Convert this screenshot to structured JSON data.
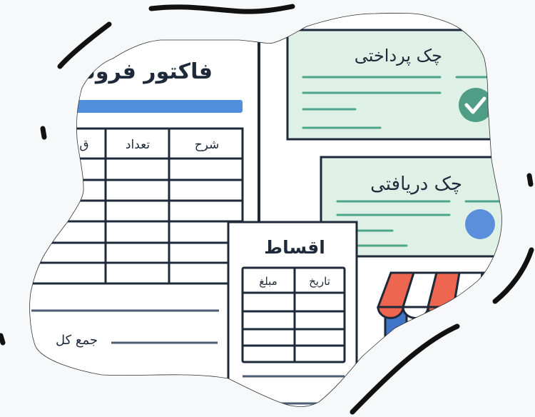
{
  "invoice": {
    "title": "فاکتور فروش",
    "columns": [
      "شرح",
      "تعداد",
      "ق"
    ],
    "total_label": "جمع کل",
    "header_bar_color": "#4f8fdc"
  },
  "paid_check": {
    "title": "چک پرداختی",
    "status_icon": "check-circle-icon",
    "color": "#4f9d84"
  },
  "received_check": {
    "title": "چک دریافتی",
    "status_icon": "blue-dot-icon",
    "color": "#5b8fdc"
  },
  "installments": {
    "title": "اقساط",
    "columns": [
      "تاریخ",
      "مبلغ"
    ]
  },
  "shop": {
    "icon": "storefront-awning-icon"
  },
  "colors": {
    "ink": "#1e2a3a",
    "card_green": "#dff1e6",
    "line_teal": "#4fa58c",
    "awning_red": "#ef6650",
    "background": "#f7f8fa"
  }
}
